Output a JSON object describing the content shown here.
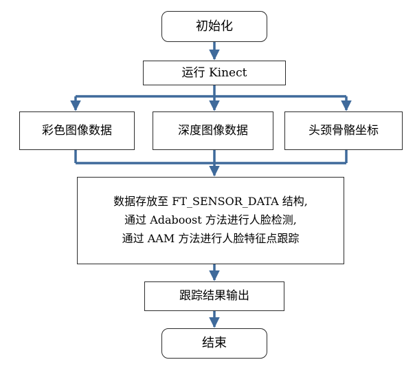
{
  "diagram": {
    "start": {
      "label": "初始化"
    },
    "run": {
      "label": "运行 Kinect"
    },
    "sources": [
      {
        "label": "彩色图像数据"
      },
      {
        "label": "深度图像数据"
      },
      {
        "label": "头颈骨骼坐标"
      }
    ],
    "process": {
      "lines": [
        "数据存放至 FT_SENSOR_DATA 结构,",
        "通过 Adaboost 方法进行人脸检测,",
        "通过 AAM 方法进行人脸特征点跟踪"
      ]
    },
    "output": {
      "label": "跟踪结果输出"
    },
    "end": {
      "label": "结束"
    },
    "colors": {
      "connector": "#3f6a9b",
      "border": "#2b2b2b"
    }
  }
}
